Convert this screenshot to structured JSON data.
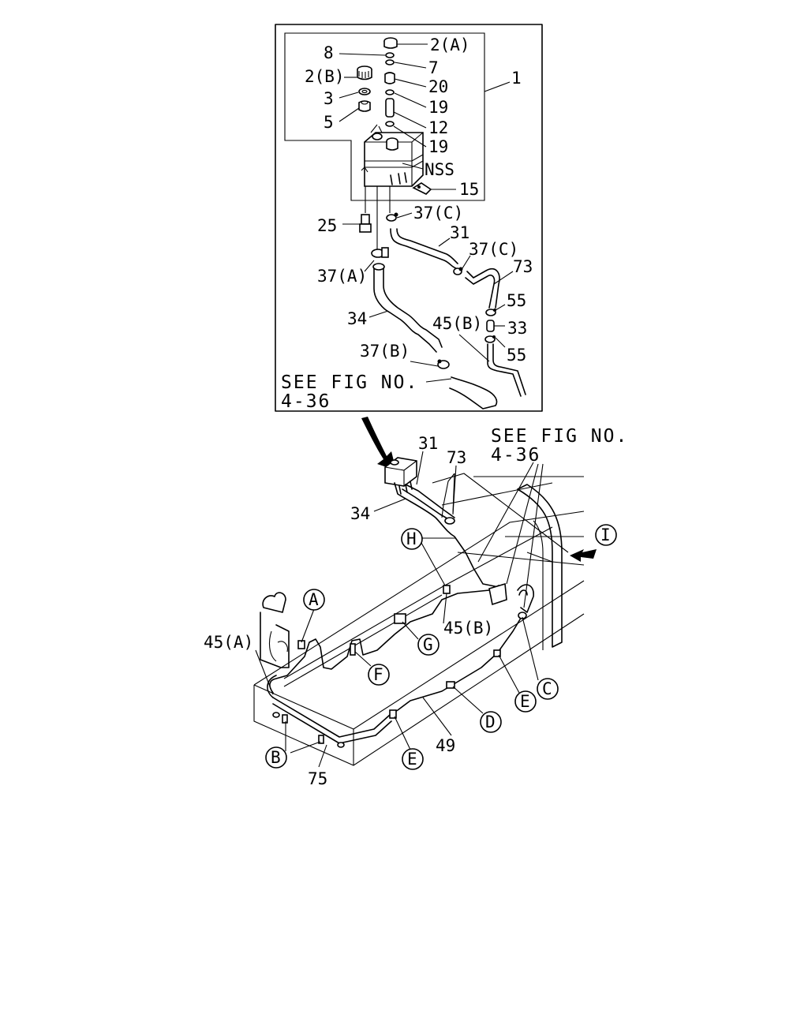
{
  "inset": {
    "callouts": [
      {
        "key": "c2a",
        "text": "2(A)"
      },
      {
        "key": "c8",
        "text": "8"
      },
      {
        "key": "c7",
        "text": "7"
      },
      {
        "key": "c2b",
        "text": "2(B)"
      },
      {
        "key": "c20",
        "text": "20"
      },
      {
        "key": "c3",
        "text": "3"
      },
      {
        "key": "c19a",
        "text": "19"
      },
      {
        "key": "c1",
        "text": "1"
      },
      {
        "key": "c5",
        "text": "5"
      },
      {
        "key": "c12",
        "text": "12"
      },
      {
        "key": "c19b",
        "text": "19"
      },
      {
        "key": "cnss",
        "text": "NSS"
      },
      {
        "key": "c15",
        "text": "15"
      },
      {
        "key": "c37c1",
        "text": "37(C)"
      },
      {
        "key": "c25",
        "text": "25"
      },
      {
        "key": "c31",
        "text": "31"
      },
      {
        "key": "c37c2",
        "text": "37(C)"
      },
      {
        "key": "c73",
        "text": "73"
      },
      {
        "key": "c37a",
        "text": "37(A)"
      },
      {
        "key": "c55a",
        "text": "55"
      },
      {
        "key": "c34",
        "text": "34"
      },
      {
        "key": "c45b",
        "text": "45(B)"
      },
      {
        "key": "c33",
        "text": "33"
      },
      {
        "key": "c55b",
        "text": "55"
      },
      {
        "key": "c37b",
        "text": "37(B)"
      }
    ],
    "see_fig_line1": "SEE FIG NO.",
    "see_fig_line2": "4-36"
  },
  "main": {
    "see_fig_line1": "SEE FIG NO.",
    "see_fig_line2": "4-36",
    "callouts": [
      {
        "key": "m31",
        "text": "31"
      },
      {
        "key": "m73",
        "text": "73"
      },
      {
        "key": "m34",
        "text": "34"
      },
      {
        "key": "m45a",
        "text": "45(A)"
      },
      {
        "key": "m45b",
        "text": "45(B)"
      },
      {
        "key": "m49",
        "text": "49"
      },
      {
        "key": "m75",
        "text": "75"
      }
    ],
    "circled_letters": [
      {
        "key": "I",
        "text": "I"
      },
      {
        "key": "H",
        "text": "H"
      },
      {
        "key": "A",
        "text": "A"
      },
      {
        "key": "G",
        "text": "G"
      },
      {
        "key": "F",
        "text": "F"
      },
      {
        "key": "C",
        "text": "C"
      },
      {
        "key": "E1",
        "text": "E"
      },
      {
        "key": "D",
        "text": "D"
      },
      {
        "key": "E2",
        "text": "E"
      },
      {
        "key": "B",
        "text": "B"
      }
    ]
  }
}
